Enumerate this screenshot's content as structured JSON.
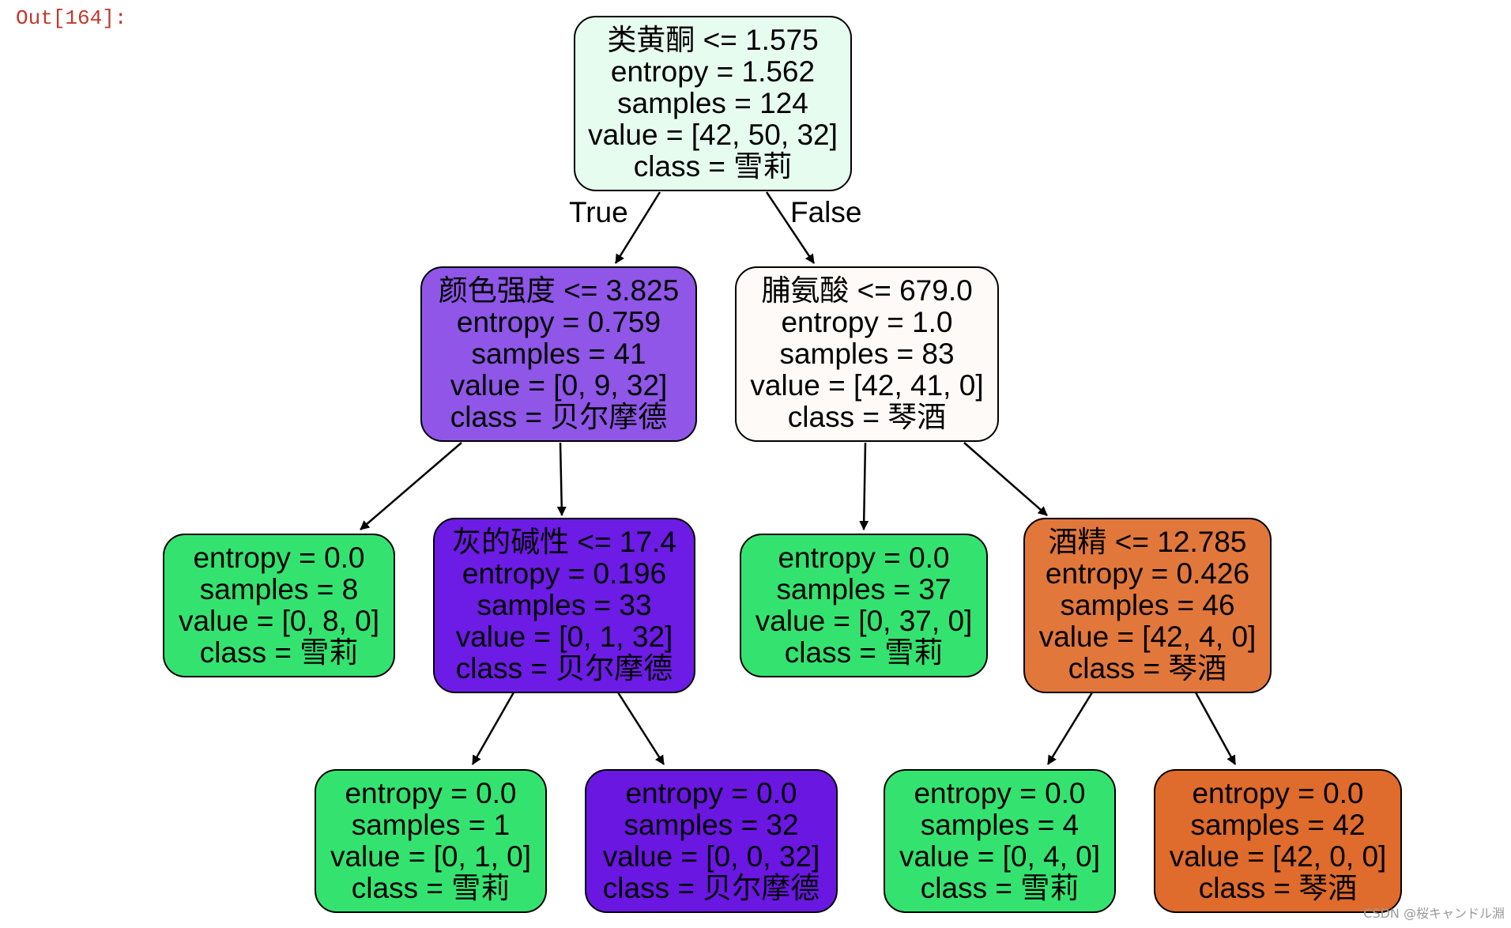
{
  "prompt": "Out[164]:",
  "watermark": "CSDN @桜キャンドル淵",
  "edge_labels": {
    "true": "True",
    "false": "False"
  },
  "nodes": [
    {
      "id": "root",
      "lines": [
        "类黄酮 <= 1.575",
        "entropy = 1.562",
        "samples = 124",
        "value = [42, 50, 32]",
        "class = 雪莉"
      ],
      "color": "#e6fcef"
    },
    {
      "id": "n1",
      "lines": [
        "颜色强度 <= 3.825",
        "entropy = 0.759",
        "samples = 41",
        "value = [0, 9, 32]",
        "class = 贝尔摩德"
      ],
      "color": "#8f56e8"
    },
    {
      "id": "n2",
      "lines": [
        "脯氨酸 <= 679.0",
        "entropy = 1.0",
        "samples = 83",
        "value = [42, 41, 0]",
        "class = 琴酒"
      ],
      "color": "#fefaf8"
    },
    {
      "id": "n3",
      "lines": [
        "entropy = 0.0",
        "samples = 8",
        "value = [0, 8, 0]",
        "class = 雪莉"
      ],
      "color": "#34e36f"
    },
    {
      "id": "n4",
      "lines": [
        "灰的碱性 <= 17.4",
        "entropy = 0.196",
        "samples = 33",
        "value = [0, 1, 32]",
        "class = 贝尔摩德"
      ],
      "color": "#6c1ce4"
    },
    {
      "id": "n5",
      "lines": [
        "entropy = 0.0",
        "samples = 37",
        "value = [0, 37, 0]",
        "class = 雪莉"
      ],
      "color": "#34e36f"
    },
    {
      "id": "n6",
      "lines": [
        "酒精 <= 12.785",
        "entropy = 0.426",
        "samples = 46",
        "value = [42, 4, 0]",
        "class = 琴酒"
      ],
      "color": "#e2773c"
    },
    {
      "id": "n7",
      "lines": [
        "entropy = 0.0",
        "samples = 1",
        "value = [0, 1, 0]",
        "class = 雪莉"
      ],
      "color": "#34e36f"
    },
    {
      "id": "n8",
      "lines": [
        "entropy = 0.0",
        "samples = 32",
        "value = [0, 0, 32]",
        "class = 贝尔摩德"
      ],
      "color": "#6a17e2"
    },
    {
      "id": "n9",
      "lines": [
        "entropy = 0.0",
        "samples = 4",
        "value = [0, 4, 0]",
        "class = 雪莉"
      ],
      "color": "#34e36f"
    },
    {
      "id": "n10",
      "lines": [
        "entropy = 0.0",
        "samples = 42",
        "value = [42, 0, 0]",
        "class = 琴酒"
      ],
      "color": "#df6b2c"
    }
  ]
}
